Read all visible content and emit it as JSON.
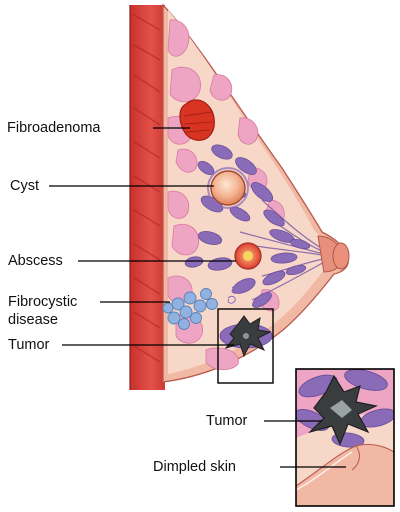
{
  "labels": {
    "fibroadenoma": "Fibroadenoma",
    "cyst": "Cyst",
    "abscess": "Abscess",
    "fibrocystic_line1": "Fibrocystic",
    "fibrocystic_line2": "disease",
    "tumor": "Tumor",
    "inset_tumor": "Tumor",
    "dimpled_skin": "Dimpled skin"
  },
  "colors": {
    "background": "#ffffff",
    "tissue": "#f7d7c8",
    "skin": "#f1b9a4",
    "muscle": "#d8403a",
    "pink_lobes": "#eea4c3",
    "purple_lobes": "#8a6bb8",
    "fibroadenoma": "#d93322",
    "cyst": "#f2a27e",
    "fibrocystic": "#8fb2e0",
    "tumor": "#3a3d3e",
    "leader_lines": "#000000"
  }
}
